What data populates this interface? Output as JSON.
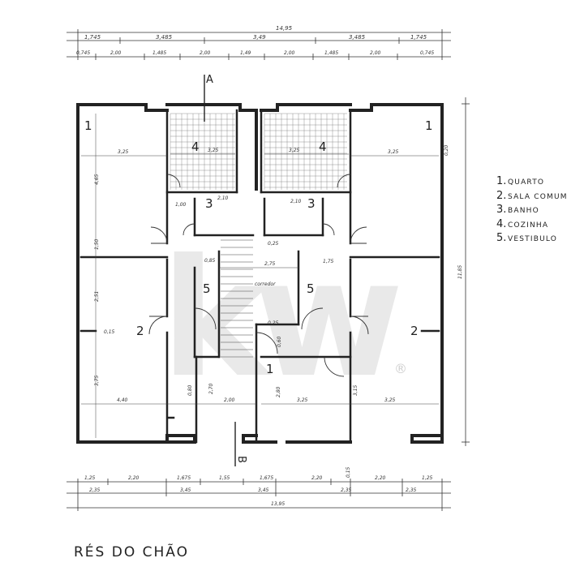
{
  "title": "RÉS DO CHÃO",
  "legend": [
    {
      "num": "1.",
      "label": "QUARTO"
    },
    {
      "num": "2.",
      "label": "SALA COMUM"
    },
    {
      "num": "3.",
      "label": "BANHO"
    },
    {
      "num": "4.",
      "label": "COZINHA"
    },
    {
      "num": "5.",
      "label": "VESTIBULO"
    }
  ],
  "section_markers": {
    "a": "A",
    "b": "B"
  },
  "watermark": {
    "text": "kw",
    "mark": "®"
  },
  "room_numbers": {
    "quarto_left": "1",
    "quarto_right": "1",
    "quarto_center": "1",
    "sala_left": "2",
    "sala_right": "2",
    "banho_left": "3",
    "banho_right": "3",
    "cozinha_left": "4",
    "cozinha_right": "4",
    "vestibulo_left": "5",
    "vestibulo_right": "5"
  },
  "top_dims": {
    "overall": "14,95",
    "row1": [
      "1,745",
      "3,485",
      "3,49",
      "3,485",
      "1,745"
    ],
    "row2": [
      "0,745",
      "2,00",
      "1,485",
      "2,00",
      "1,49",
      "2,00",
      "1,485",
      "2,00",
      "0,745"
    ]
  },
  "bottom_dims": {
    "row1": [
      "1,25",
      "2,20",
      "1,675",
      "1,55",
      "1,675",
      "2,20",
      "0,15",
      "2,20",
      "1,25"
    ],
    "row2": [
      "2,35",
      "3,45",
      "3,45",
      "2,35",
      "2,35"
    ],
    "overall": "13,95"
  },
  "right_dims": {
    "overall": "11,85",
    "top": "0,20"
  },
  "interior_dims": {
    "q_left_w": "3,25",
    "q_left_h": "4,65",
    "q_right_w": "3,25",
    "kitchen_l": "3,25",
    "kitchen_r": "3,25",
    "bath_l": "2,10",
    "bath_r": "2,10",
    "s_left_w": "4,40",
    "s_right_w": "3,25",
    "s_left_h": "3,75",
    "center_w": "3,25",
    "corridor_w": "2,75",
    "vest_r": "1,75",
    "stair": "2,00",
    "corredor": "corredor",
    "small_a": "0,15",
    "small_b": "0,25",
    "small_c": "1,00",
    "small_d": "0,85",
    "small_e": "2,51",
    "small_f": "1,50",
    "small_g": "0,60",
    "small_h": "0,25",
    "small_i": "2,70",
    "small_j": "3,15",
    "small_k": "0,80",
    "small_l": "2,80"
  },
  "colors": {
    "ink": "#222222",
    "watermark": "#d8d8d8",
    "paper": "#ffffff"
  }
}
